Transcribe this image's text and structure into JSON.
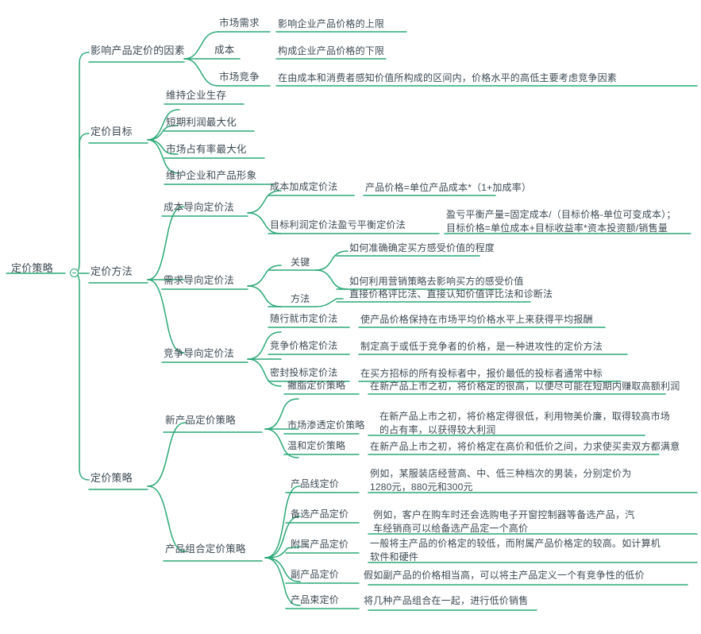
{
  "meta": {
    "title": "定价策略",
    "accent_color": "#2aa876",
    "text_color": "#3d4a53",
    "background": "#ffffff"
  },
  "root": {
    "label": "定价策略",
    "collapse_icon": "minus-circle-icon"
  },
  "branches": [
    {
      "id": "factors",
      "label": "影响产品定价的因素",
      "children": [
        {
          "label": "市场需求",
          "detail": "影响企业产品价格的上限"
        },
        {
          "label": "成本",
          "detail": "构成企业产品价格的下限"
        },
        {
          "label": "市场竞争",
          "detail": "在由成本和消费者感知价值所构成的区间内，价格水平的高低主要考虑竞争因素"
        }
      ]
    },
    {
      "id": "goals",
      "label": "定价目标",
      "children": [
        {
          "label": "维持企业生存",
          "detail": ""
        },
        {
          "label": "短期利润最大化",
          "detail": ""
        },
        {
          "label": "市场占有率最大化",
          "detail": ""
        },
        {
          "label": "维护企业和产品形象",
          "detail": ""
        }
      ]
    },
    {
      "id": "methods",
      "label": "定价方法",
      "children": [
        {
          "label": "成本导向定价法",
          "children": [
            {
              "label": "成本加成定价法",
              "detail": "产品价格=单位产品成本*（1+加成率）"
            },
            {
              "label": "目标利润定价法盈亏平衡定价法",
              "detail": "盈亏平衡产量=固定成本/（目标价格-单位可变成本）；\n目标价格=单位成本+目标收益率*资本投资额/销售量"
            }
          ]
        },
        {
          "label": "需求导向定价法",
          "children": [
            {
              "label": "关键",
              "detail": "如何准确确定买方感受价值的程度"
            },
            {
              "label": "关键",
              "detail": "如何利用营销策略去影响买方的感受价值"
            },
            {
              "label": "方法",
              "detail": "直接价格评比法、直接认知价值评比法和诊断法"
            }
          ]
        },
        {
          "label": "竞争导向定价法",
          "children": [
            {
              "label": "随行就市定价法",
              "detail": "使产品价格保持在市场平均价格水平上来获得平均报酬"
            },
            {
              "label": "竞争价格定价法",
              "detail": "制定高于或低于竞争者的价格，是一种进攻性的定价方法"
            },
            {
              "label": "密封投标定价法",
              "detail": "在买方招标的所有投标者中，报价最低的投标者通常中标"
            }
          ]
        }
      ]
    },
    {
      "id": "strategy",
      "label": "定价策略",
      "children": [
        {
          "label": "新产品定价策略",
          "children": [
            {
              "label": "撇脂定价策略",
              "detail": "在新产品上市之初，将价格定的很高，以便尽可能在短期内赚取高额利润"
            },
            {
              "label": "市场渗透定价策略",
              "detail": "在新产品上市之初，将价格定得很低，利用物美价廉，取得较高市场\n的占有率，以获得较大利润"
            },
            {
              "label": "温和定价策略",
              "detail": "在新产品上市之初，将价格定在高价和低价之间，力求使买卖双方都满意"
            }
          ]
        },
        {
          "label": "产品组合定价策略",
          "children": [
            {
              "label": "产品线定价",
              "detail": "例如，某服装店经营高、中、低三种档次的男装，分别定价为\n1280元，880元和300元"
            },
            {
              "label": "备选产品定价",
              "detail": "例如，客户在购车时还会选购电子开窗控制器等备选产品，汽\n车经销商可以给备选产品定一个高价"
            },
            {
              "label": "附属产品定价",
              "detail": "一般将主产品的价格定的较低，而附属产品价格定的较高。如计算机\n软件和硬件"
            },
            {
              "label": "副产品定价",
              "detail": "假如副产品的价格相当高，可以将主产品定义一个有竞争性的低价"
            },
            {
              "label": "产品束定价",
              "detail": "将几种产品组合在一起，进行低价销售"
            }
          ]
        }
      ]
    }
  ]
}
